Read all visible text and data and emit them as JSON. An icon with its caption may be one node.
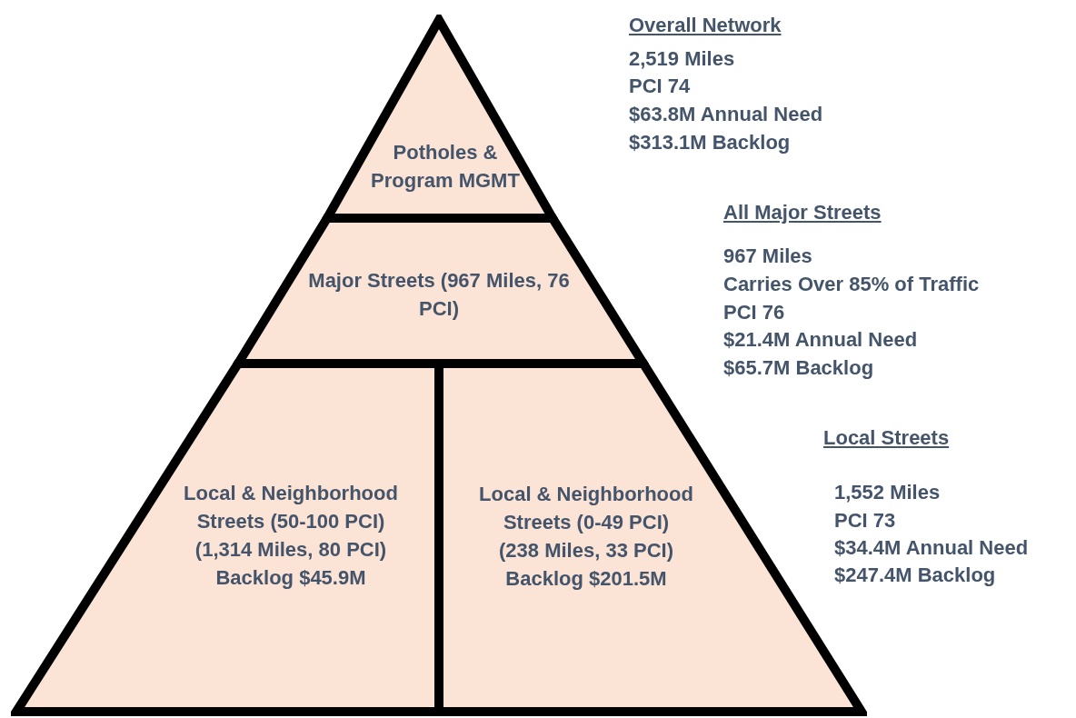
{
  "diagram": {
    "nodes": [
      {
        "text": [
          "Potholes & Program MGMT"
        ]
      },
      {
        "text": [
          "Major Streets (967 Miles, 76 PCI)"
        ]
      },
      {
        "text": [
          "Local & Neighborhood Streets (50-100 PCI)",
          "(1,314 Miles, 80 PCI)",
          "Backlog $45.9M"
        ]
      },
      {
        "text": [
          "Local & Neighborhood Streets (0-49 PCI)",
          "(238 Miles, 33 PCI)",
          "Backlog $201.5M"
        ]
      }
    ],
    "labels": [
      "Overall Network",
      "2,519 Miles",
      "PCI 74",
      "$63.8M Annual Need",
      "$313.1M Backlog",
      "All Major Streets",
      "967 Miles",
      "Carries Over 85% of Traffic",
      "PCI 76",
      "$21.4M Annual Need",
      "$65.7M Backlog",
      "Local Streets",
      "1,552 Miles",
      "PCI 73",
      "$34.4M Annual Need",
      "$247.4M Backlog"
    ]
  }
}
